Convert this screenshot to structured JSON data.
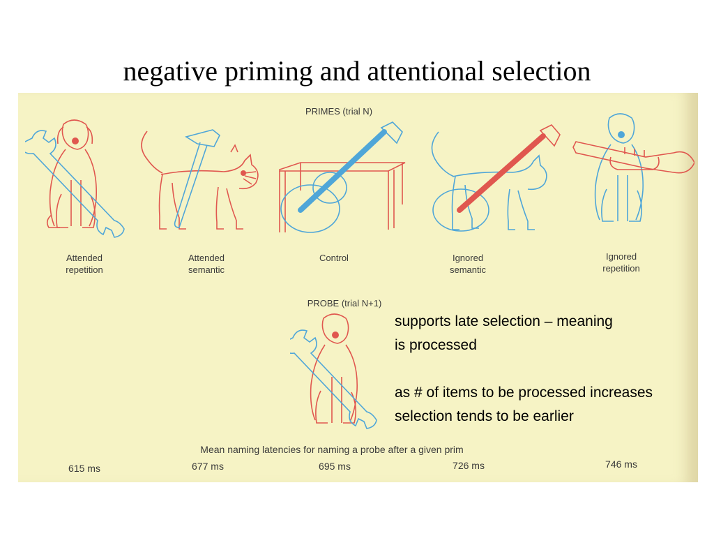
{
  "slide": {
    "title": "negative priming and attentional selection"
  },
  "figure": {
    "primes_heading": "PRIMES (trial N)",
    "probe_heading": "PROBE (trial N+1)",
    "conditions": [
      {
        "label": "Attended\nrepetition",
        "latency": "615 ms",
        "icon": "dog-wrench-icon"
      },
      {
        "label": "Attended\nsemantic",
        "latency": "677 ms",
        "icon": "cat-hammer-icon"
      },
      {
        "label": "Control",
        "latency": "695 ms",
        "icon": "table-guitar-icon"
      },
      {
        "label": "Ignored\nsemantic",
        "latency": "726 ms",
        "icon": "cat-guitar-icon"
      },
      {
        "label": "Ignored\nrepetition",
        "latency": "746 ms",
        "icon": "dog-trumpet-icon"
      }
    ],
    "probe_icon": "dog-wrench-icon",
    "caption": "Mean naming latencies for naming a probe after a given prim",
    "colors": {
      "red": "#e0574f",
      "blue": "#4fa6d8",
      "background": "#f6f3c5"
    }
  },
  "notes": {
    "line1": "supports late selection – meaning",
    "line2": "is processed",
    "line3": "as # of items to be processed increases",
    "line4": "selection tends to be earlier"
  }
}
